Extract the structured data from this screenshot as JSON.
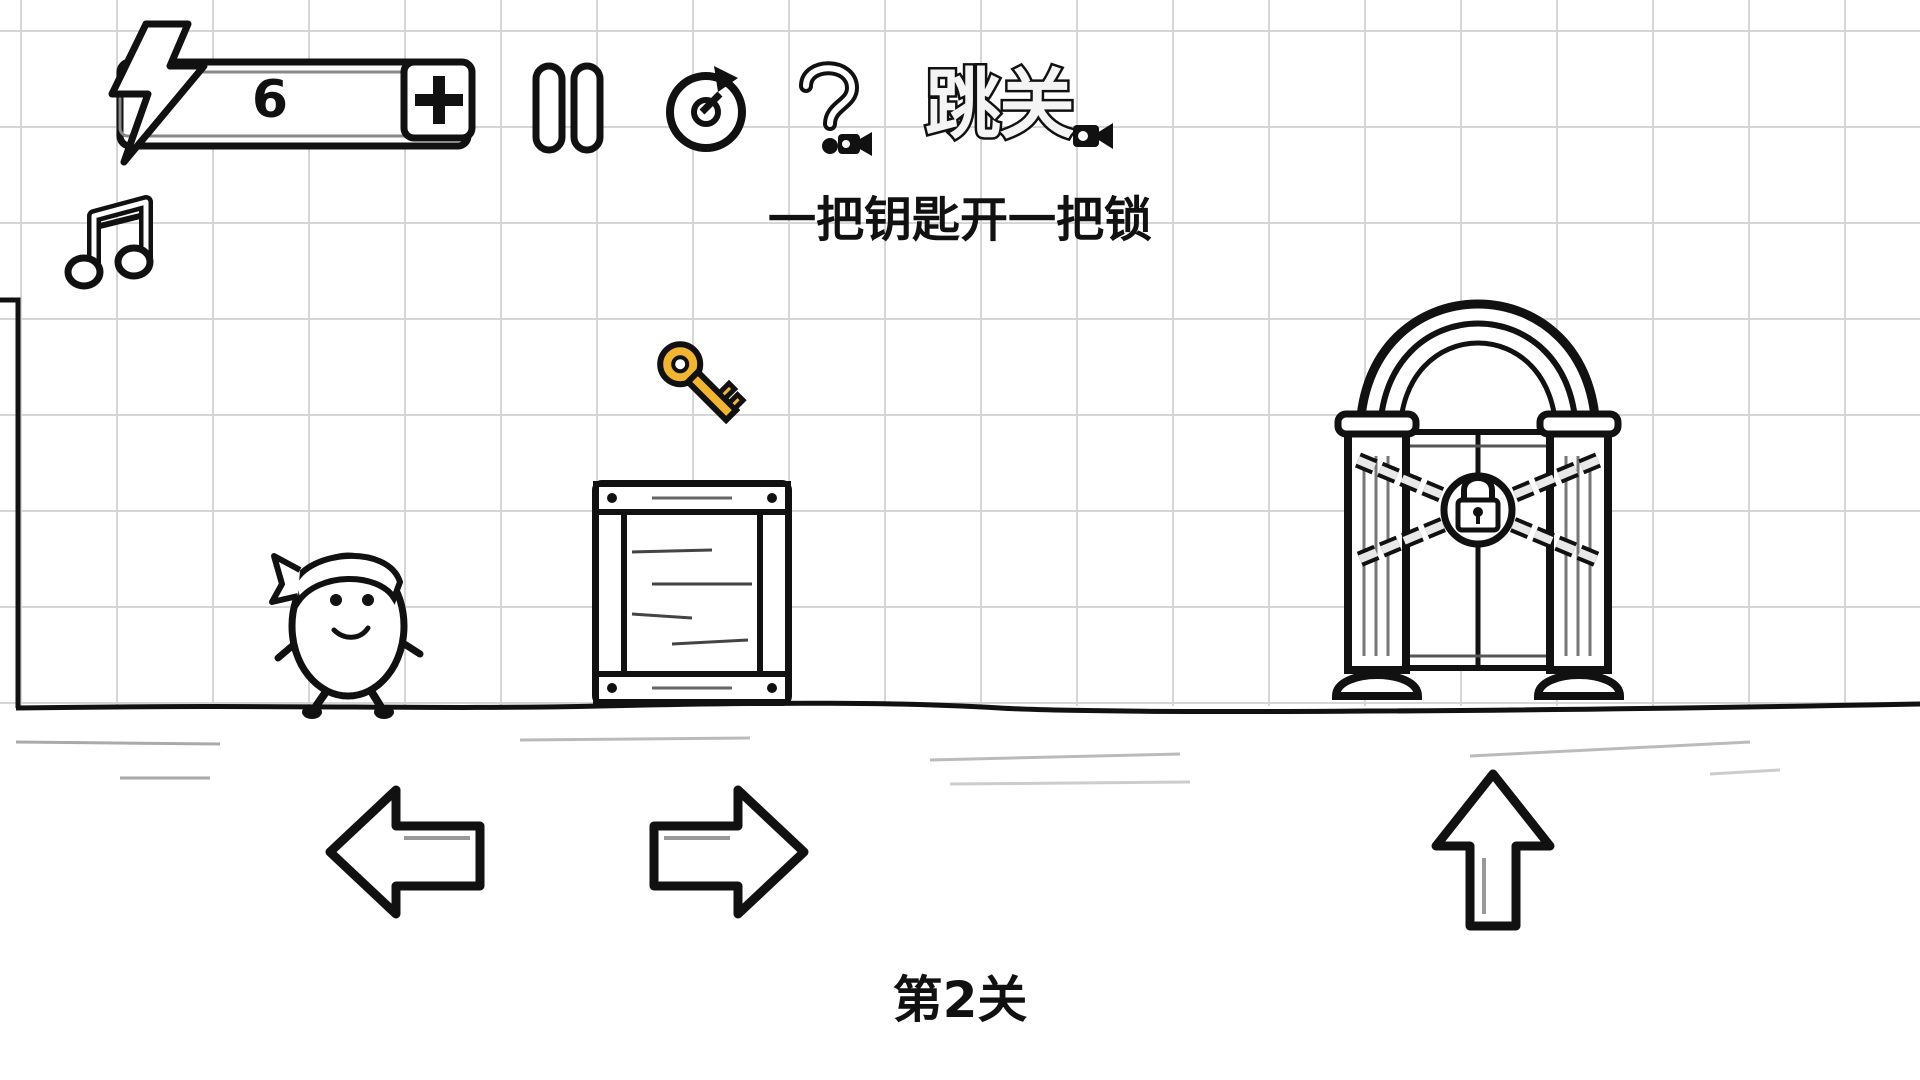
{
  "hud": {
    "energy_icon": "lightning-bolt-icon",
    "energy_count": "6",
    "add_energy_icon": "plus-icon",
    "pause_icon": "pause-icon",
    "restart_icon": "restart-icon",
    "hint_icon": "question-mark-video-icon",
    "skip_label": "跳关",
    "skip_icon": "video-camera-icon",
    "music_icon": "music-note-icon"
  },
  "level": {
    "hint": "一把钥匙开一把锁",
    "label": "第2关"
  },
  "scene": {
    "key_color": "#f2b533",
    "objects": [
      "egg-character",
      "key",
      "wooden-crate",
      "locked-chained-door"
    ]
  },
  "controls": {
    "left_icon": "arrow-left-icon",
    "right_icon": "arrow-right-icon",
    "jump_icon": "arrow-up-icon"
  }
}
